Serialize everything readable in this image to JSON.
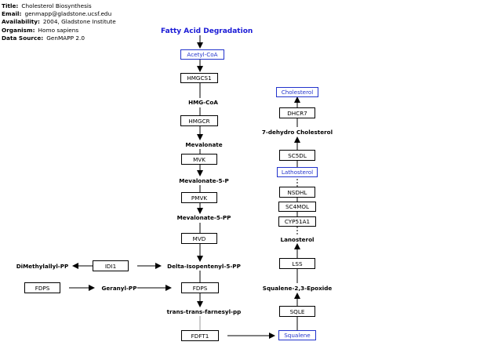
{
  "info": {
    "title_key": "Title:",
    "title": "Cholesterol Biosynthesis",
    "email_key": "Email:",
    "email": "genmapp@gladstone.ucsf.edu",
    "availability_key": "Availability:",
    "availability": "2004, Gladstone Institute",
    "organism_key": "Organism:",
    "organism": "Homo sapiens",
    "source_key": "Data Source:",
    "source": "GenMAPP 2.0"
  },
  "pathway_label": "Fatty Acid Degradation",
  "genes": {
    "acetyl_coa": "Acetyl-CoA",
    "hmgcs1": "HMGCS1",
    "hmgcr": "HMGCR",
    "mvk": "MVK",
    "pmvk": "PMVK",
    "mvd": "MVD",
    "idi1": "IDI1",
    "fdps_left": "FDPS",
    "fdps_center": "FDPS",
    "fdft1": "FDFT1",
    "squalene": "Squalene",
    "sqle": "SQLE",
    "lss": "LSS",
    "cyp51a1": "CYP51A1",
    "sc4mol": "SC4MOL",
    "nsdhl": "NSDHL",
    "lathosterol": "Lathosterol",
    "sc5dl": "SC5DL",
    "dhcr7": "DHCR7",
    "cholesterol": "Cholesterol"
  },
  "metabolites": {
    "hmg_coa": "HMG-CoA",
    "mevalonate": "Mevalonate",
    "mevalonate_5p": "Mevalonate-5-P",
    "mevalonate_5pp": "Mevalonate-5-PP",
    "delta_isopentenyl": "Delta-Isopentenyl-5-PP",
    "dimethylallyl": "DiMethylallyl-PP",
    "geranyl": "Geranyl-PP",
    "farnesyl": "trans-trans-farnesyl-pp",
    "squalene_epoxide": "Squalene-2,3-Epoxide",
    "lanosterol": "Lanosterol",
    "dehydro_cholesterol": "7-dehydro Cholesterol"
  },
  "colors": {
    "link": "#2233cc",
    "title": "#1a1ad6",
    "line": "#000000"
  }
}
